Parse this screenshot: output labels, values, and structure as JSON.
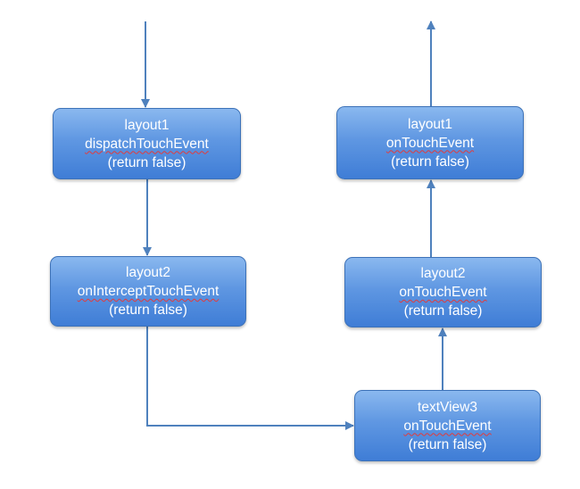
{
  "nodes": {
    "layout1_dispatch": {
      "name": "layout1",
      "method": "dispatchTouchEvent",
      "result": "(return false)"
    },
    "layout2_intercept": {
      "name": "layout2",
      "method": "onInterceptTouchEvent",
      "result": "(return false)"
    },
    "layout1_touch": {
      "name": "layout1",
      "method": "onTouchEvent",
      "result": "(return false)"
    },
    "layout2_touch": {
      "name": "layout2",
      "method": "onTouchEvent",
      "result": "(return false)"
    },
    "textview3_touch": {
      "name": "textView3",
      "method": "onTouchEvent",
      "result": "(return false)"
    }
  },
  "colors": {
    "node_fill_top": "#8ab8ef",
    "node_fill_bottom": "#3f7dd6",
    "node_border": "#3d72b8",
    "connector": "#4f81bd",
    "spellcheck_underline": "#e23b3b"
  }
}
